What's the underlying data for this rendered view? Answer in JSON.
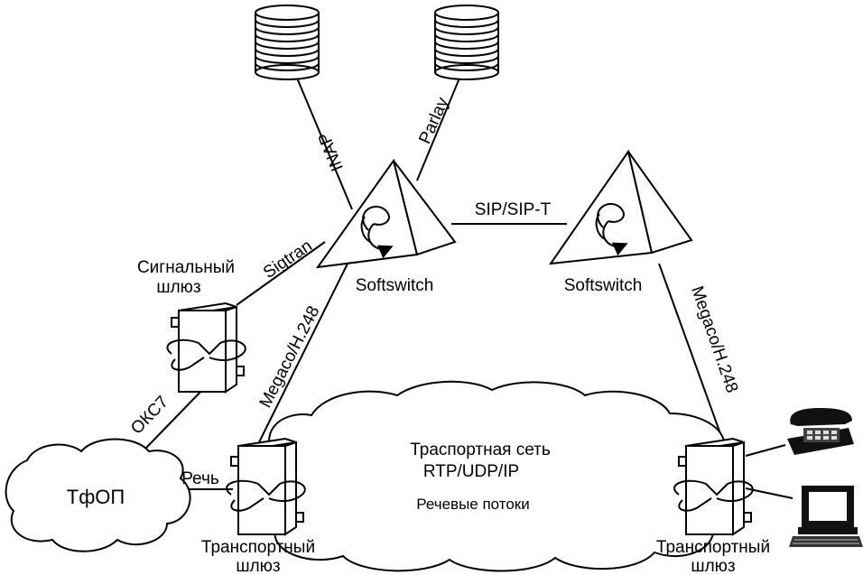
{
  "links": {
    "inap": "INAP",
    "parlay": "Parlay",
    "sip": "SIP/SIP-T",
    "sigtran": "Sigtran",
    "megaco_left": "Megaco/H.248",
    "megaco_right": "Megaco/H.248",
    "oks7": "ОКС7",
    "speech": "Речь"
  },
  "nodes": {
    "softswitch_left": "Softswitch",
    "softswitch_right": "Softswitch",
    "signal_gateway_line1": "Сигнальный",
    "signal_gateway_line2": "шлюз",
    "pstn": "ТфОП",
    "transport_gateway_left_line1": "Транспортный",
    "transport_gateway_left_line2": "шлюз",
    "transport_gateway_right_line1": "Транспортный",
    "transport_gateway_right_line2": "шлюз"
  },
  "network": {
    "title": "Траспортная сеть",
    "protocols": "RTP/UDP/IP",
    "streams": "Речевые потоки"
  },
  "colors": {
    "stroke": "#000000",
    "fill": "#ffffff"
  },
  "icons": [
    "database-icon",
    "softswitch-pyramid-icon",
    "gateway-box-icon",
    "cloud-icon",
    "telephone-icon",
    "computer-icon"
  ]
}
